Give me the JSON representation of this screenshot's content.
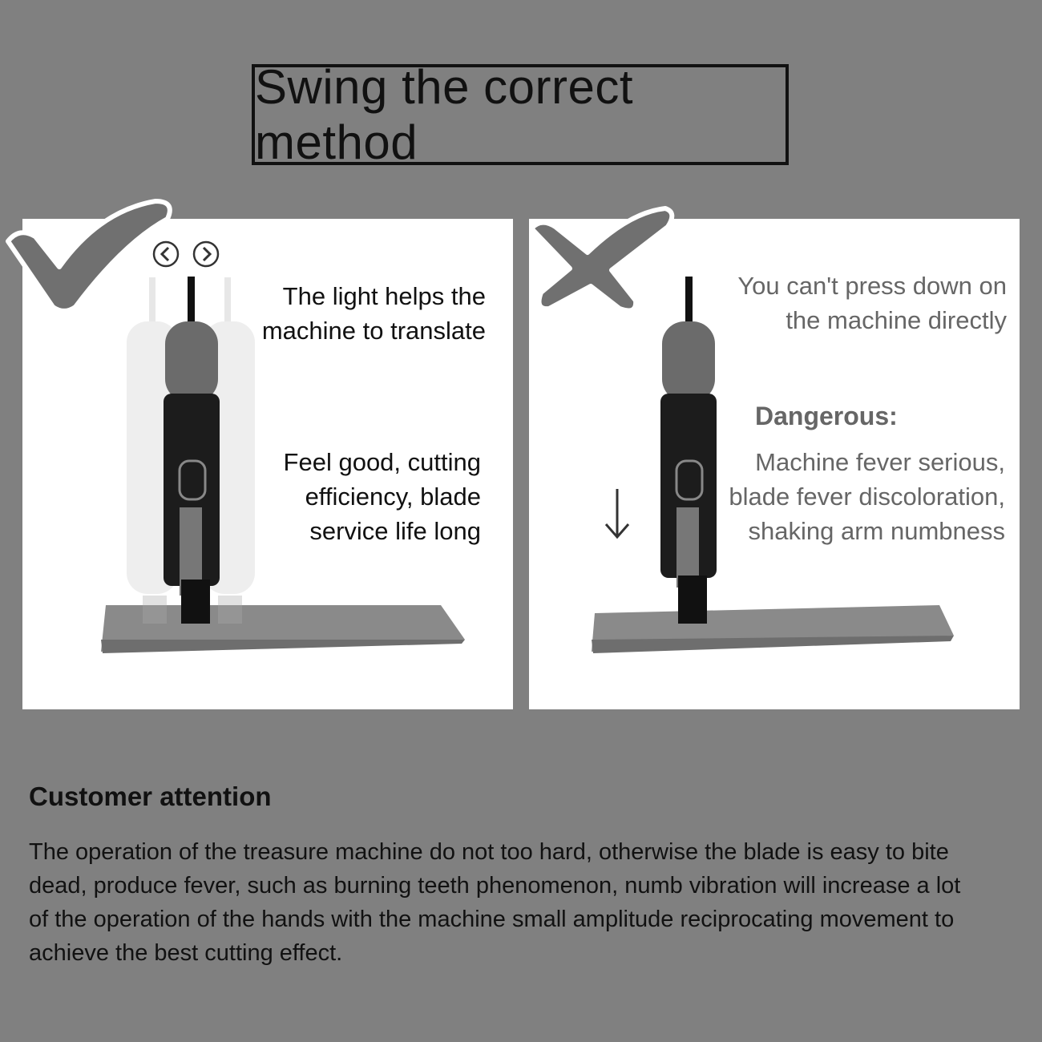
{
  "header": {
    "title": "Swing the correct method"
  },
  "correct_panel": {
    "line1": "The light helps the",
    "line2": "machine to translate",
    "benefit1": "Feel good, cutting",
    "benefit2": "efficiency, blade",
    "benefit3": "service life long"
  },
  "wrong_panel": {
    "line1": "You can't press down on",
    "line2": "the machine directly",
    "heading": "Dangerous:",
    "effect1": "Machine fever serious,",
    "effect2": "blade fever discoloration,",
    "effect3": "shaking arm numbness"
  },
  "notice": {
    "title": "Customer attention",
    "line1": "The operation of the treasure machine do not too hard, otherwise the blade is easy to bite",
    "line2": "dead, produce fever, such as burning teeth phenomenon, numb vibration will increase a lot",
    "line3": "of the operation of the hands with the machine small amplitude reciprocating movement to",
    "line4": "achieve the best cutting effect."
  },
  "icons": {
    "check": "check-mark-icon",
    "cross": "cross-mark-icon",
    "left": "arrow-left-circle-icon",
    "right": "arrow-right-circle-icon",
    "down": "arrow-down-icon"
  }
}
